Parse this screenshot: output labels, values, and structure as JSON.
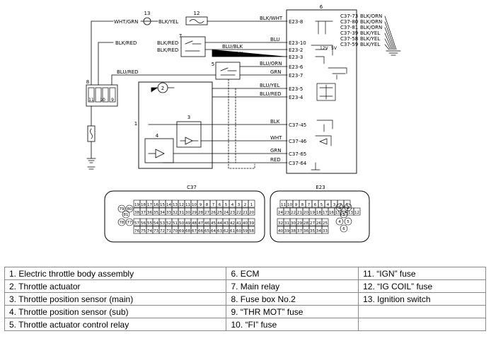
{
  "wires": {
    "wht_grn": "WHT/GRN",
    "blk_yel": "BLK/YEL",
    "blk_wht": "BLK/WHT",
    "blk_red": "BLK/RED",
    "blu": "BLU",
    "blu_blk": "BLU/BLK",
    "blu_orn": "BLU/ORN",
    "grn": "GRN",
    "blu_red": "BLU/RED",
    "blu_yel": "BLU/YEL",
    "blk": "BLK",
    "wht": "WHT",
    "red": "RED",
    "blk_orn": "BLK/ORN"
  },
  "ecm_terminals": {
    "e23_8": "E23-8",
    "e23_10": "E23-10",
    "e23_2": "E23-2",
    "e23_3": "E23-3",
    "e23_6": "E23-6",
    "e23_7": "E23-7",
    "e23_5": "E23-5",
    "e23_4": "E23-4",
    "c37_45": "C37-45",
    "c37_46": "C37-46",
    "c37_65": "C37-65",
    "c37_64": "C37-64",
    "c37_73": "C37-73",
    "c37_80": "C37-80",
    "c37_81": "C37-81",
    "c37_39": "C37-39",
    "c37_58": "C37-58",
    "c37_59": "C37-59",
    "v12": "12V",
    "v5": "5V"
  },
  "callouts": [
    "1",
    "2",
    "3",
    "4",
    "5",
    "6",
    "7",
    "8",
    "9",
    "10",
    "11",
    "12",
    "13"
  ],
  "connectors": {
    "c37_title": "C37",
    "e23_title": "E23",
    "c37_rows": [
      [
        "19",
        "18",
        "17",
        "16",
        "15",
        "14",
        "13",
        "12",
        "11",
        "10",
        "9",
        "8",
        "7",
        "6",
        "5",
        "4",
        "3",
        "2",
        "1"
      ],
      [
        "38",
        "37",
        "36",
        "35",
        "34",
        "33",
        "32",
        "31",
        "30",
        "29",
        "28",
        "27",
        "26",
        "25",
        "24",
        "23",
        "22",
        "21",
        "20"
      ],
      [
        "57",
        "56",
        "55",
        "54",
        "53",
        "52",
        "51",
        "50",
        "49",
        "48",
        "47",
        "46",
        "45",
        "44",
        "43",
        "42",
        "41",
        "40",
        "39"
      ],
      [
        "76",
        "75",
        "74",
        "73",
        "72",
        "71",
        "70",
        "69",
        "68",
        "67",
        "66",
        "65",
        "64",
        "63",
        "62",
        "61",
        "60",
        "59",
        "58"
      ]
    ],
    "c37_round": [
      "79",
      "80",
      "81",
      "78",
      "77"
    ],
    "e23_rows": [
      [
        "11",
        "10",
        "9",
        "8",
        "7",
        "6",
        "5",
        "4",
        "3",
        "2",
        "1"
      ],
      [
        "24",
        "23",
        "22",
        "21",
        "20",
        "19",
        "18",
        "17",
        "16",
        "15",
        "14",
        "13",
        "12"
      ],
      [
        "32",
        "31",
        "30",
        "29",
        "28",
        "27",
        "26",
        "25"
      ],
      [
        "40",
        "39",
        "38",
        "37",
        "36",
        "35",
        "34",
        "33"
      ]
    ],
    "e23_round": [
      "1",
      "2",
      "3",
      "4",
      "5",
      "6"
    ]
  },
  "legend": [
    [
      "1.  Electric throttle body assembly",
      "6.  ECM",
      "11.  “IGN” fuse"
    ],
    [
      "2.  Throttle actuator",
      "7.  Main relay",
      "12.  “IG COIL” fuse"
    ],
    [
      "3.  Throttle position sensor (main)",
      "8.  Fuse box No.2",
      "13.  Ignition switch"
    ],
    [
      "4.  Throttle position sensor (sub)",
      "9.  “THR MOT” fuse",
      ""
    ],
    [
      "5.  Throttle actuator control relay",
      "10.  “FI” fuse",
      ""
    ]
  ]
}
